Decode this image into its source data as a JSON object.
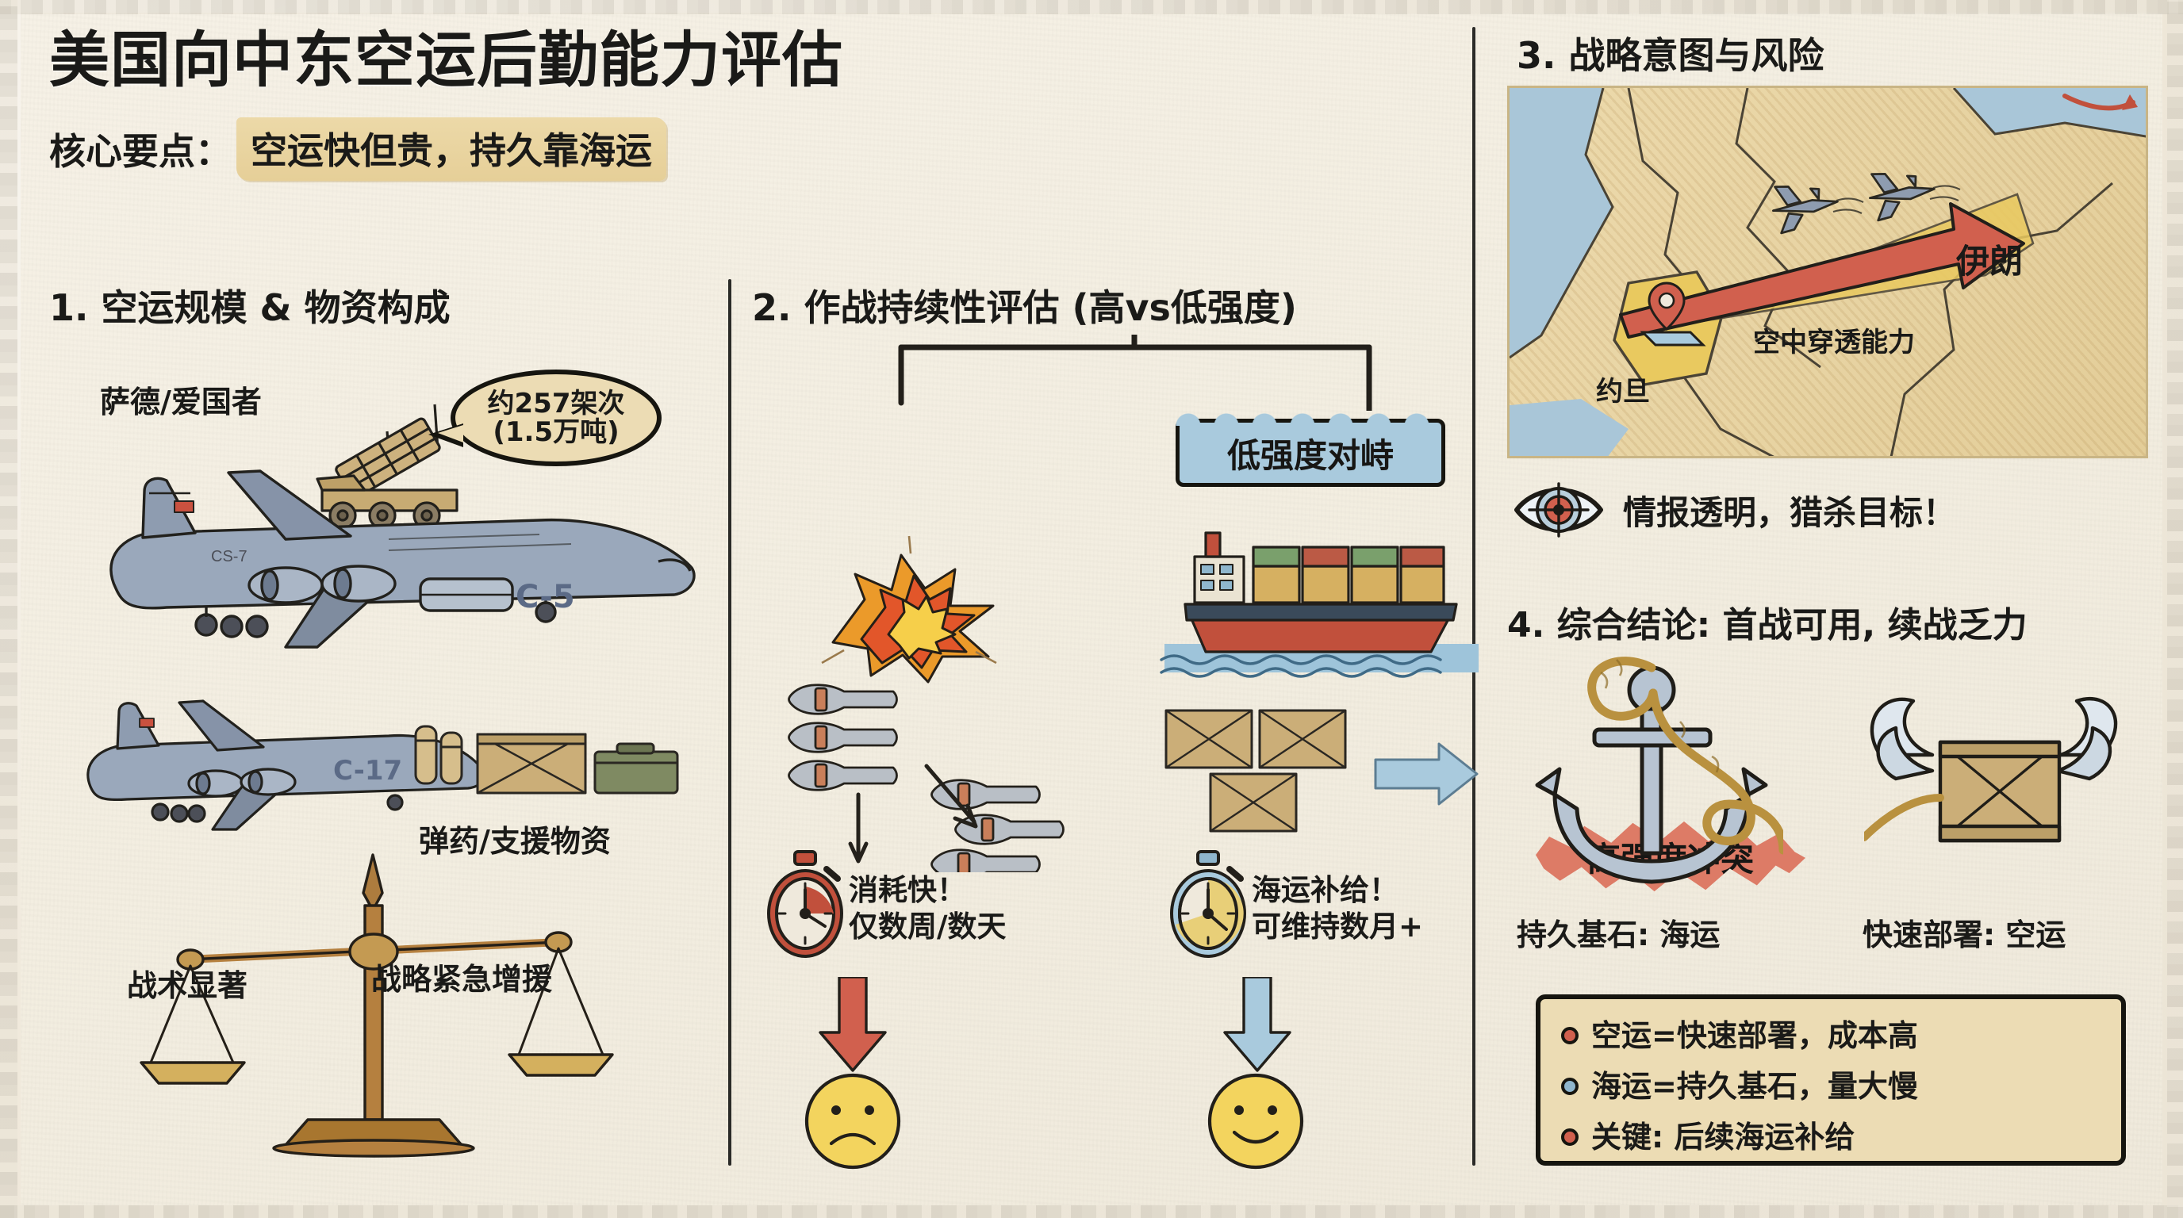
{
  "title": "美国向中东空运后勤能力评估",
  "keypoint": {
    "label": "核心要点：",
    "value": "空运快但贵，持久靠海运"
  },
  "colors": {
    "paper": "#f3eee1",
    "ink": "#1a1a18",
    "highlight": "#e6cf98",
    "red": "#d1604e",
    "blue": "#8fb6cd",
    "airframe": "#8e9cb0",
    "crate": "#c9ab76",
    "map_land": "#e7d3a2",
    "map_sea": "#a9c6d8"
  },
  "sections": {
    "s1": {
      "heading": "1. 空运规模 & 物资构成",
      "thaad_label": "萨德/爱国者",
      "bubble_line1": "约257架次",
      "bubble_line2": "(1.5万吨)",
      "plane_large": "C-5",
      "plane_small": "C-17",
      "ammo_label": "弹药/支援物资",
      "scale_left_label": "战术显著",
      "scale_right_label": "战略紧急增援"
    },
    "s2": {
      "heading": "2. 作战持续性评估 (高vs低强度)",
      "badge_high": "高强度冲突",
      "badge_low": "低强度对峙",
      "note_high_line1": "消耗快！",
      "note_high_line2": "仅数周/数天",
      "note_low_line1": "海运补给！",
      "note_low_line2": "可维持数月+",
      "face_high": "sad-face",
      "face_low": "happy-face"
    },
    "s3": {
      "heading": "3. 战略意图与风险",
      "map_jordan": "约旦",
      "map_iran": "伊朗",
      "map_penetration": "空中穿透能力",
      "eye_text": "情报透明，猎杀目标！"
    },
    "s4": {
      "heading": "4. 综合结论: 首战可用, 续战乏力",
      "anchor_label": "持久基石: 海运",
      "wingbox_label": "快速部署: 空运",
      "legend": [
        {
          "dot": "#d1604e",
          "text": "空运=快速部署，成本高"
        },
        {
          "dot": "#8fb6cd",
          "text": "海运=持久基石，量大慢"
        },
        {
          "dot": "#d1604e",
          "text": "关键: 后续海运补给"
        }
      ]
    }
  },
  "icons": {
    "eye": "eye-target-icon",
    "stopwatch_red": "stopwatch-red-icon",
    "stopwatch_blue": "stopwatch-blue-icon",
    "anchor": "anchor-icon",
    "winged_crate": "winged-crate-icon",
    "explosion": "explosion-icon",
    "cargo_ship": "cargo-ship-icon",
    "balance_scale": "balance-scale-icon"
  }
}
